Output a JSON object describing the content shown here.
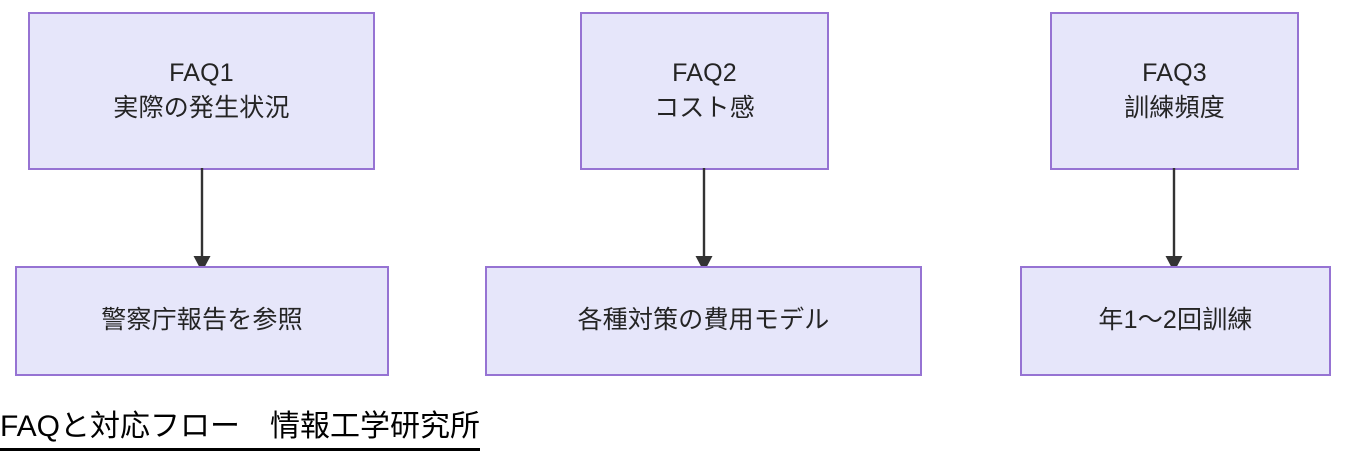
{
  "diagram": {
    "title": "FAQと対応フロー　情報工学研究所",
    "style": {
      "node_fill": "#e6e6fa",
      "node_border": "#9673d3",
      "node_text": "#242424",
      "arrow_color": "#333333",
      "caption_text": "#000000",
      "background": "#ffffff"
    },
    "columns": [
      {
        "question": {
          "id": "FAQ1",
          "label_line1": "FAQ1",
          "label_line2": "実際の発生状況"
        },
        "connector": {
          "icon": "down-arrow-icon"
        },
        "answer": {
          "id": "ANS1",
          "label": "警察庁報告を参照"
        }
      },
      {
        "question": {
          "id": "FAQ2",
          "label_line1": "FAQ2",
          "label_line2": "コスト感"
        },
        "connector": {
          "icon": "down-arrow-icon"
        },
        "answer": {
          "id": "ANS2",
          "label": "各種対策の費用モデル"
        }
      },
      {
        "question": {
          "id": "FAQ3",
          "label_line1": "FAQ3",
          "label_line2": "訓練頻度"
        },
        "connector": {
          "icon": "down-arrow-icon"
        },
        "answer": {
          "id": "ANS3",
          "label": "年1〜2回訓練"
        }
      }
    ]
  }
}
